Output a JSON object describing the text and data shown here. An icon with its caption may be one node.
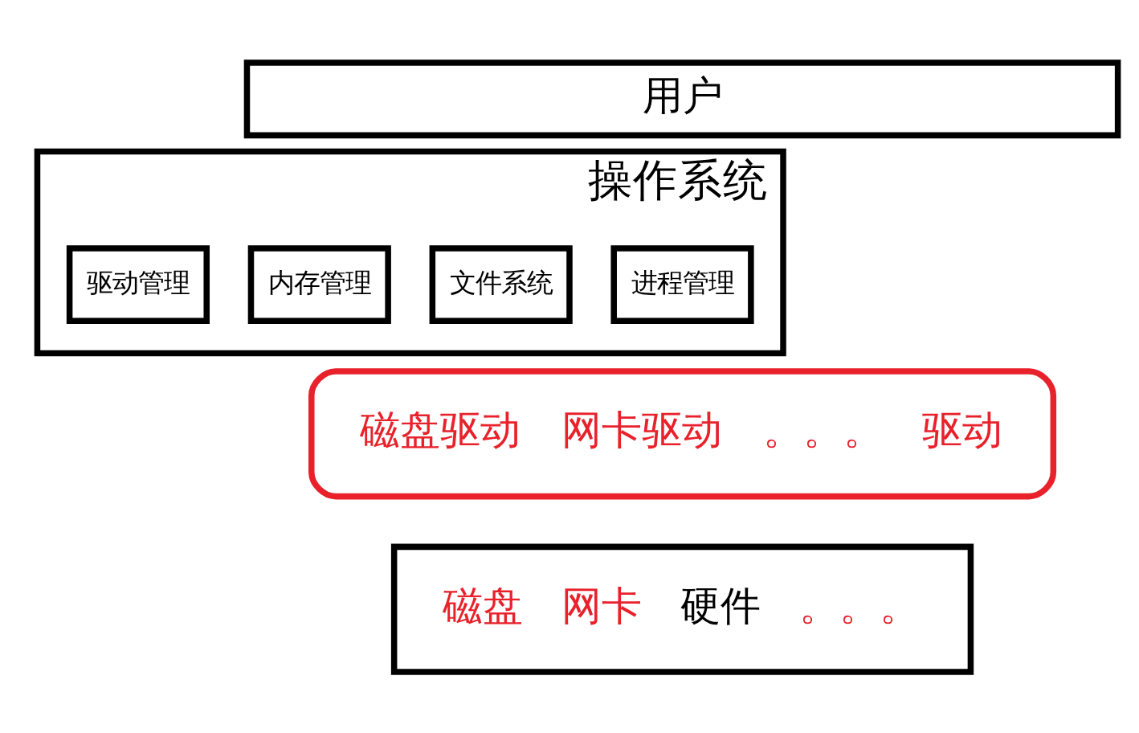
{
  "diagram": {
    "nodes": [
      {
        "text": [
          "用户"
        ]
      },
      {
        "text": [
          "操作系统"
        ]
      },
      {
        "text": [
          "进程管理"
        ],
        "in": 1
      },
      {
        "text": [
          "文件系统"
        ],
        "in": 1
      },
      {
        "text": [
          "内存管理"
        ],
        "in": 1
      },
      {
        "text": [
          "驱动管理"
        ],
        "in": 1
      },
      {
        "text": [
          "磁盘驱动",
          "网卡驱动",
          "。。。",
          "驱动"
        ]
      },
      {
        "text": [
          "磁盘",
          "网卡",
          "硬件",
          "。。。"
        ]
      }
    ],
    "edges": []
  }
}
